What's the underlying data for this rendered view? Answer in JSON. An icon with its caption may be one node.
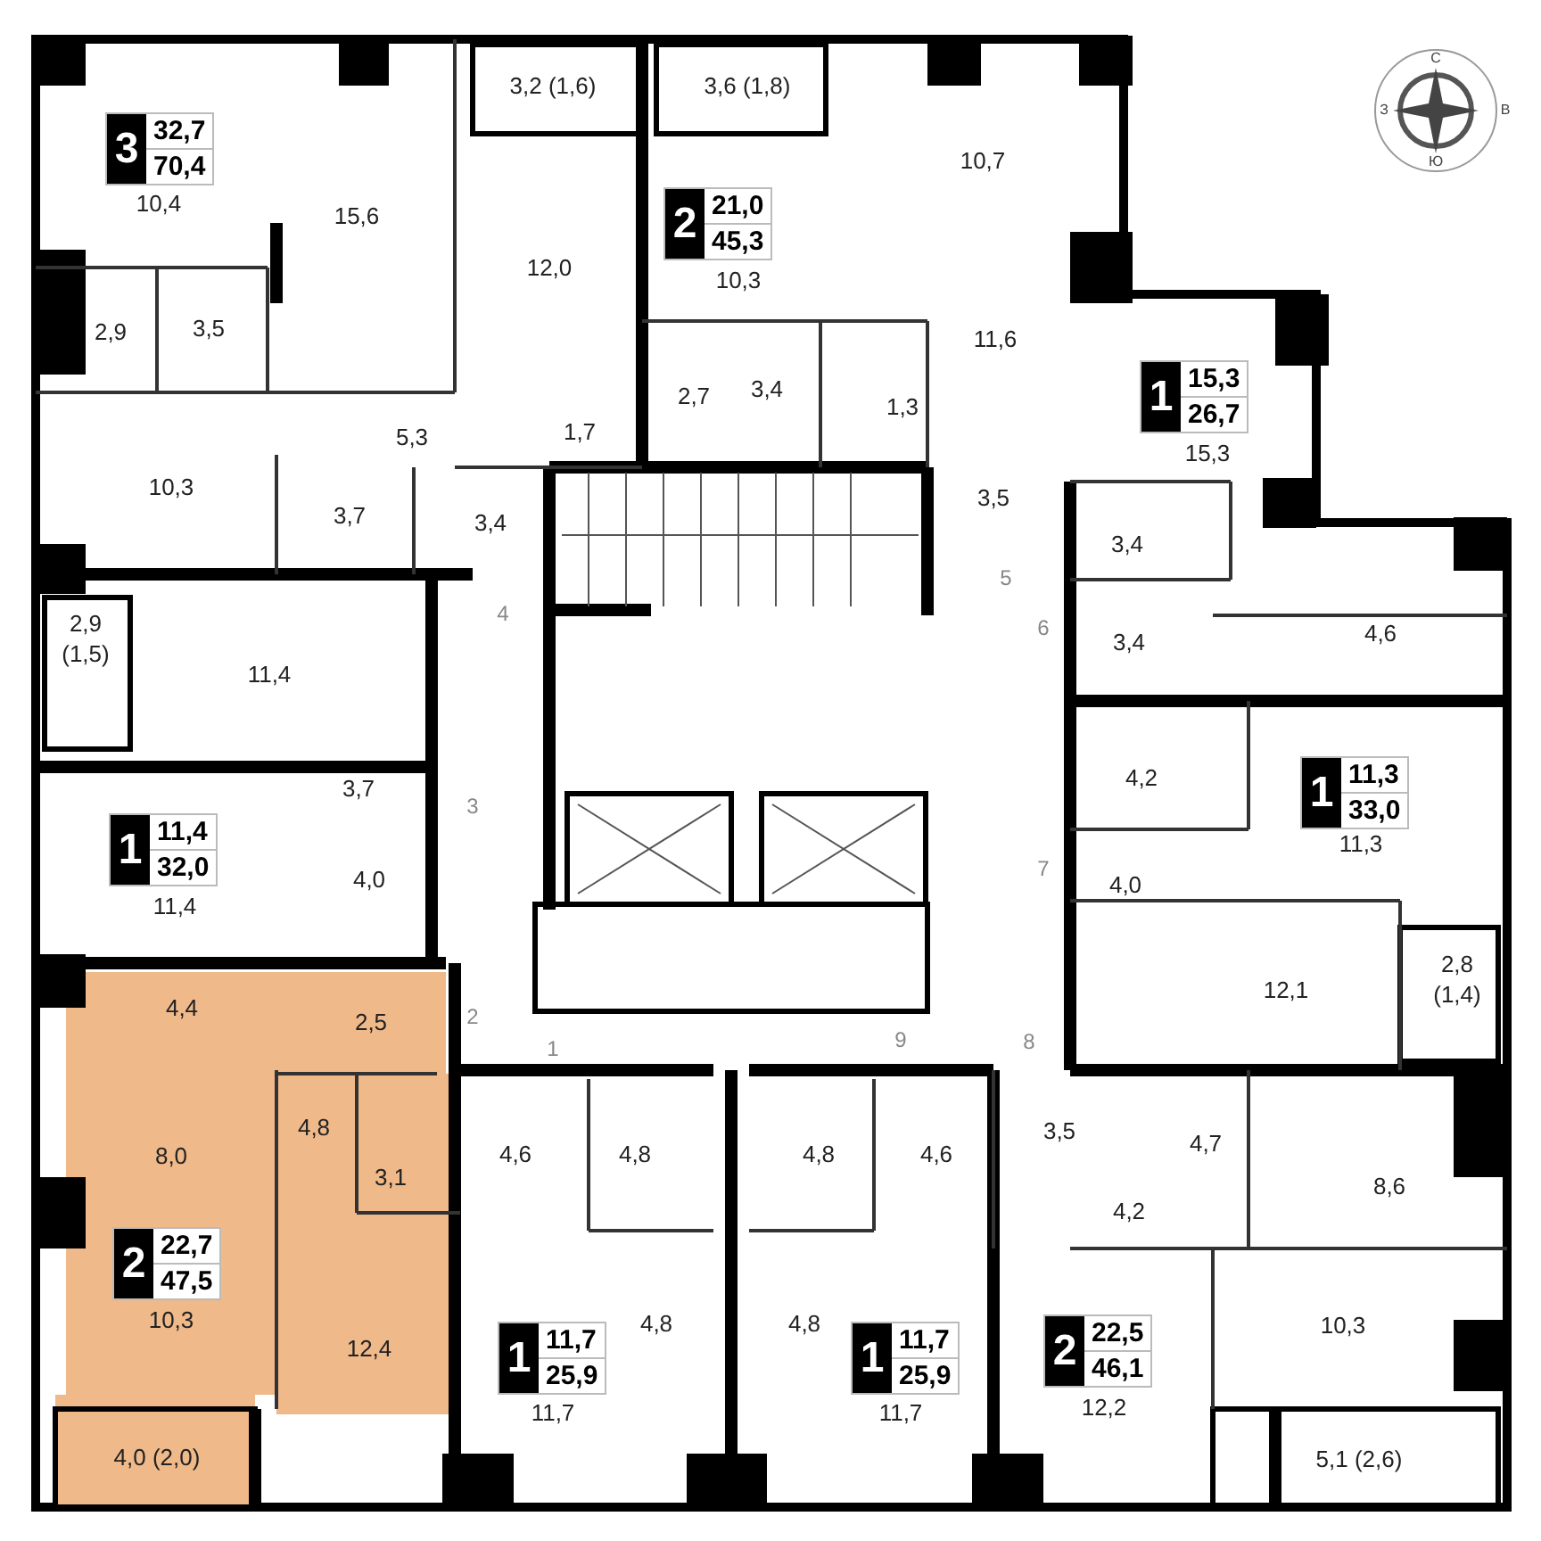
{
  "diagram": {
    "nodes": [
      {
        "text": [
          "3",
          "32,7",
          "70,4"
        ]
      },
      {
        "text": [
          "2",
          "21,0",
          "45,3"
        ]
      },
      {
        "text": [
          "1",
          "15,3",
          "26,7"
        ]
      },
      {
        "text": [
          "1",
          "11,3",
          "33,0"
        ]
      },
      {
        "text": [
          "1",
          "11,4",
          "32,0"
        ]
      },
      {
        "text": [
          "2",
          "22,7",
          "47,5"
        ]
      },
      {
        "text": [
          "1",
          "11,7",
          "25,9"
        ]
      },
      {
        "text": [
          "1",
          "11,7",
          "25,9"
        ]
      },
      {
        "text": [
          "2",
          "22,5",
          "46,1"
        ]
      }
    ],
    "labels": [
      "3,2 (1,6)",
      "3,6 (1,8)",
      "С",
      "З",
      "В",
      "Ю",
      "10,4",
      "15,6",
      "12,0",
      "10,7",
      "10,3",
      "2,9",
      "3,5",
      "11,6",
      "2,7",
      "3,4",
      "1,3",
      "15,3",
      "5,3",
      "1,7",
      "10,3",
      "3,7",
      "3,4",
      "3,5",
      "5",
      "3,4",
      "4",
      "6",
      "3,4",
      "4,6",
      "2,9 (1,5)",
      "11,4",
      "3,7",
      "3",
      "4,2",
      "11,3",
      "11,4",
      "4,0",
      "7",
      "4,0",
      "2,8 (1,4)",
      "12,1",
      "4,4",
      "2,5",
      "2",
      "8,0",
      "4,8",
      "3,1",
      "1",
      "4,6",
      "4,8",
      "4,8",
      "9",
      "4,6",
      "8",
      "3,5",
      "4,7",
      "4,2",
      "8,6",
      "10,3",
      "12,4",
      "4,8",
      "4,8",
      "10,3",
      "11,7",
      "11,7",
      "12,2",
      "4,0 (2,0)",
      "5,1 (2,6)"
    ]
  }
}
